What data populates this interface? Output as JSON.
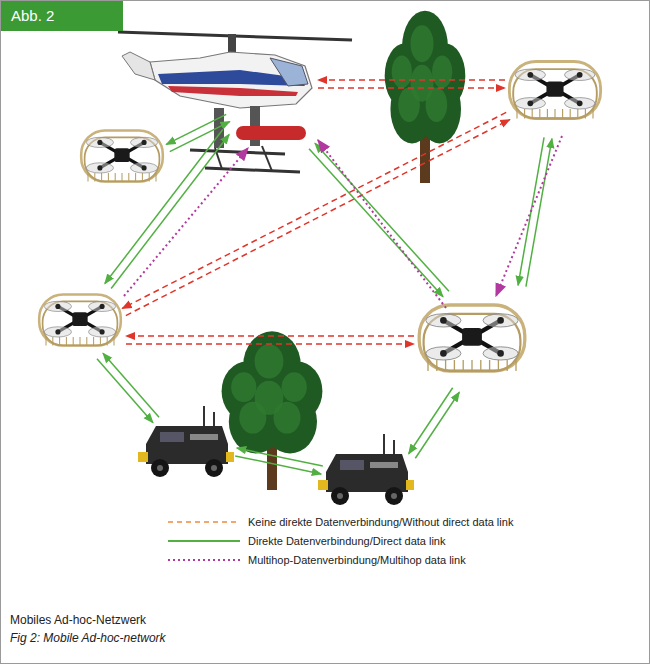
{
  "diagram": {
    "title": "Abb. 2",
    "caption": "Mobiles Ad-hoc-Netzwerk",
    "labels": [
      "Fig 2: Mobile Ad-hoc-network"
    ],
    "legend": [
      {
        "text": "Keine direkte Datenverbindung/Without direct data link"
      },
      {
        "text": "Direkte Datenverbindung/Direct data link"
      },
      {
        "text": "Multihop-Datenverbindung/Multihop data link"
      }
    ]
  }
}
